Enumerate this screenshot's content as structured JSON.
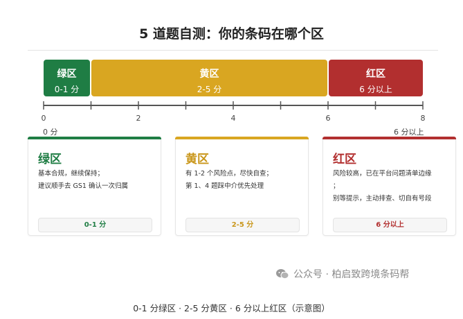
{
  "title": "5 道题自测：你的条码在哪个区",
  "zones": [
    {
      "name": "绿区",
      "range": "0-1 分",
      "start": 0,
      "end": 1,
      "color": "#1f7d44"
    },
    {
      "name": "黄区",
      "range": "2-5 分",
      "start": 1,
      "end": 6,
      "color": "#d9a621"
    },
    {
      "name": "红区",
      "range": "6 分以上",
      "start": 6,
      "end": 8,
      "color": "#b22f2f"
    }
  ],
  "axis": {
    "min": 0,
    "max": 8,
    "tick_labels": [
      "0",
      "2",
      "4",
      "6",
      "8"
    ],
    "start_label": "0 分",
    "end_label": "6 分以上"
  },
  "cards": [
    {
      "name": "绿区",
      "lines": [
        "基本合规，继续保持；",
        "建议顺手去 GS1 确认一次归属"
      ],
      "pill": "0-1 分"
    },
    {
      "name": "黄区",
      "lines": [
        "有 1-2 个风险点，尽快自查；",
        "第 1、4 题踩中介优先处理"
      ],
      "pill": "2-5 分"
    },
    {
      "name": "红区",
      "lines": [
        "风险较高，已在平台问题清单边缘",
        "；",
        "别等提示，主动排查、切自有号段"
      ],
      "pill": "6 分以上"
    }
  ],
  "watermark": "公众号 · 柏启致跨境条码帮",
  "watermark_icon": "wechat-icon",
  "caption": "0-1 分绿区 · 2-5 分黄区 · 6 分以上红区（示意图）"
}
